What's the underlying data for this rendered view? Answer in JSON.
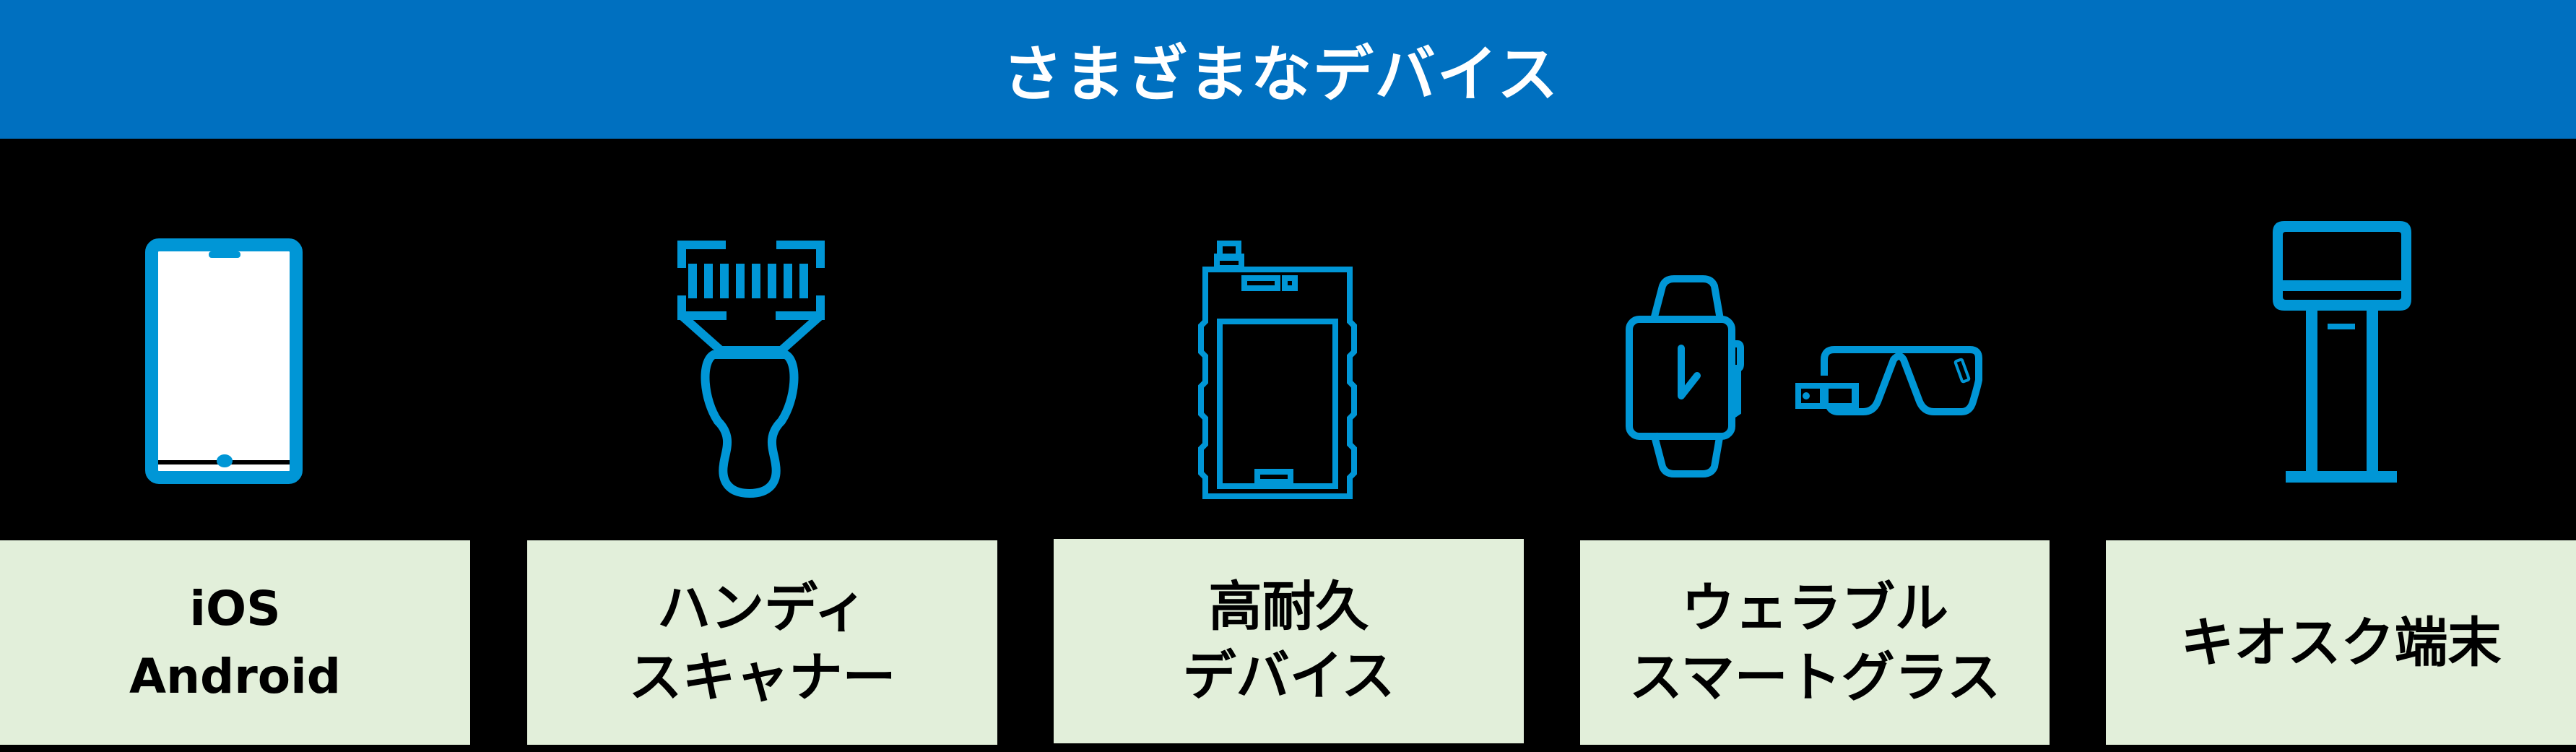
{
  "header": {
    "title": "さまざまなデバイス",
    "background_color": "#0070C0",
    "text_color": "#FFFFFF"
  },
  "colors": {
    "page_background": "#000000",
    "icon_stroke": "#0096D6",
    "label_background": "#E2EFDA",
    "label_text": "#000000"
  },
  "devices": [
    {
      "icon": "smartphone-icon",
      "label": "iOS\nAndroid"
    },
    {
      "icon": "barcode-scanner-icon",
      "label": "ハンディ\nスキャナー"
    },
    {
      "icon": "rugged-device-icon",
      "label": "高耐久\nデバイス"
    },
    {
      "icon": "smartwatch-and-smartglasses-icon",
      "label": "ウェラブル\nスマートグラス"
    },
    {
      "icon": "kiosk-terminal-icon",
      "label": "キオスク端末"
    }
  ]
}
